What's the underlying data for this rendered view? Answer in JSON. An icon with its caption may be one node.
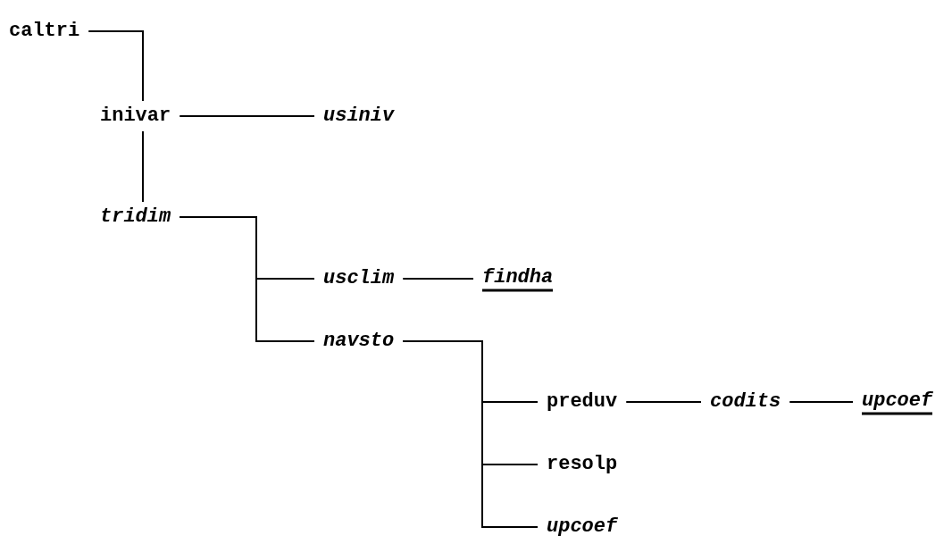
{
  "diagram": {
    "nodes": [
      {
        "text": [
          "caltri"
        ]
      },
      {
        "text": [
          "inivar"
        ]
      },
      {
        "text": [
          "usiniv"
        ]
      },
      {
        "text": [
          "tridim"
        ]
      },
      {
        "text": [
          "usclim"
        ]
      },
      {
        "text": [
          "findha"
        ]
      },
      {
        "text": [
          "navsto"
        ]
      },
      {
        "text": [
          "preduv"
        ]
      },
      {
        "text": [
          "codits"
        ]
      },
      {
        "text": [
          "upcoef"
        ]
      },
      {
        "text": [
          "resolp"
        ]
      },
      {
        "text": [
          "upcoef"
        ]
      }
    ],
    "edges": [
      {
        "from": 0,
        "to": 1,
        "arrow": "none"
      },
      {
        "from": 1,
        "to": 2,
        "arrow": "none"
      },
      {
        "from": 1,
        "to": 3,
        "arrow": "none"
      },
      {
        "from": 3,
        "to": 4,
        "arrow": "none"
      },
      {
        "from": 4,
        "to": 5,
        "arrow": "none"
      },
      {
        "from": 3,
        "to": 6,
        "arrow": "none"
      },
      {
        "from": 6,
        "to": 7,
        "arrow": "none"
      },
      {
        "from": 7,
        "to": 8,
        "arrow": "none"
      },
      {
        "from": 8,
        "to": 9,
        "arrow": "none"
      },
      {
        "from": 6,
        "to": 10,
        "arrow": "none"
      },
      {
        "from": 6,
        "to": 11,
        "arrow": "none"
      }
    ]
  }
}
